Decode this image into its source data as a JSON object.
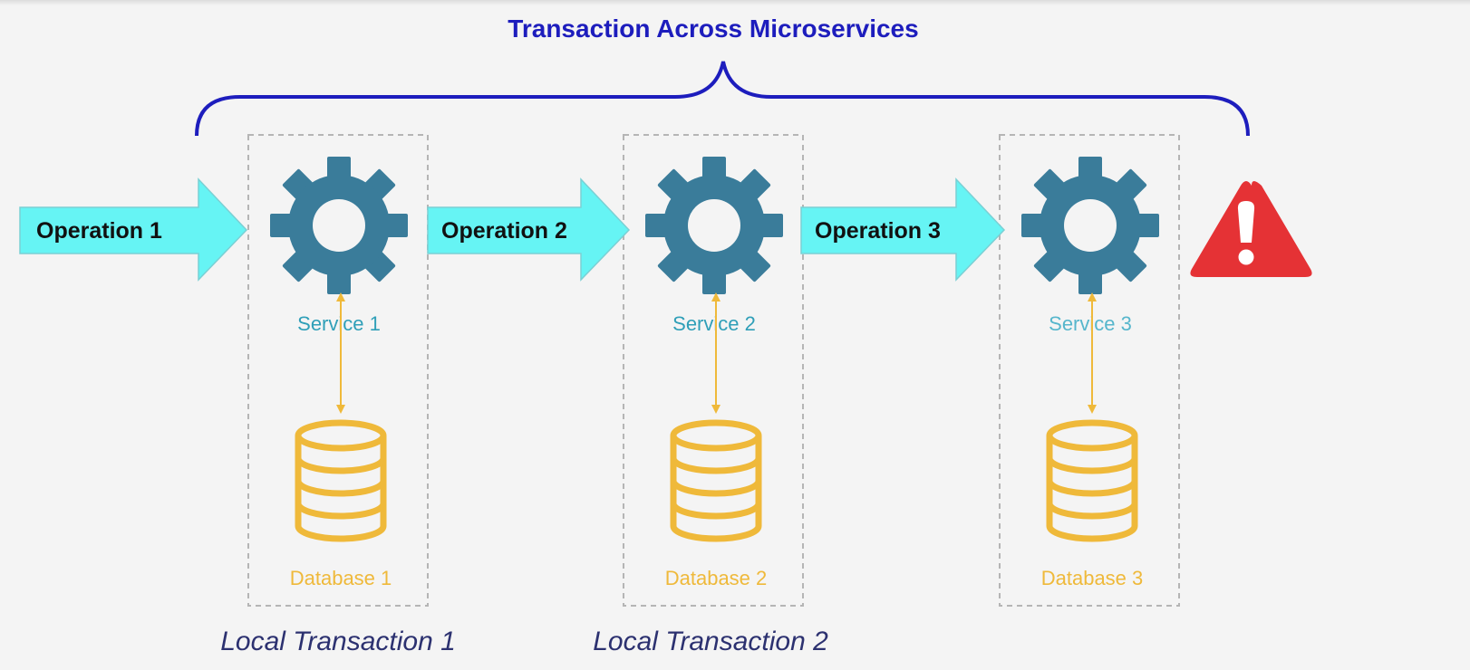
{
  "title": "Transaction Across Microservices",
  "operations": [
    "Operation 1",
    "Operation 2",
    "Operation 3"
  ],
  "services": [
    "Service 1",
    "Service 2",
    "Service 3"
  ],
  "databases": [
    "Database 1",
    "Database 2",
    "Database 3"
  ],
  "local_transactions": [
    "Local Transaction 1",
    "Local Transaction 2"
  ],
  "icons": {
    "service": "gear-icon",
    "database": "database-icon",
    "failure": "warning-triangle-icon"
  },
  "colors": {
    "title": "#1d1dbd",
    "brace": "#1d1dbd",
    "arrow_fill": "#66f4f4",
    "gear": "#3a7c9a",
    "service_text": "#2f9fb8",
    "database": "#efb93a",
    "warning": "#e53235",
    "local_text": "#2c3170"
  }
}
